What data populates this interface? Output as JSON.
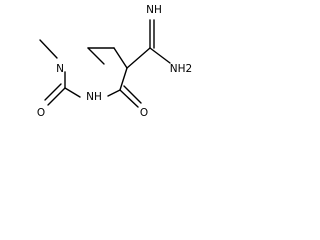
{
  "molecule": {
    "atoms": {
      "n1": "N",
      "nh3": "NH",
      "o2": "O",
      "o4": "O",
      "imine": "NH",
      "amine": "NH2"
    }
  }
}
